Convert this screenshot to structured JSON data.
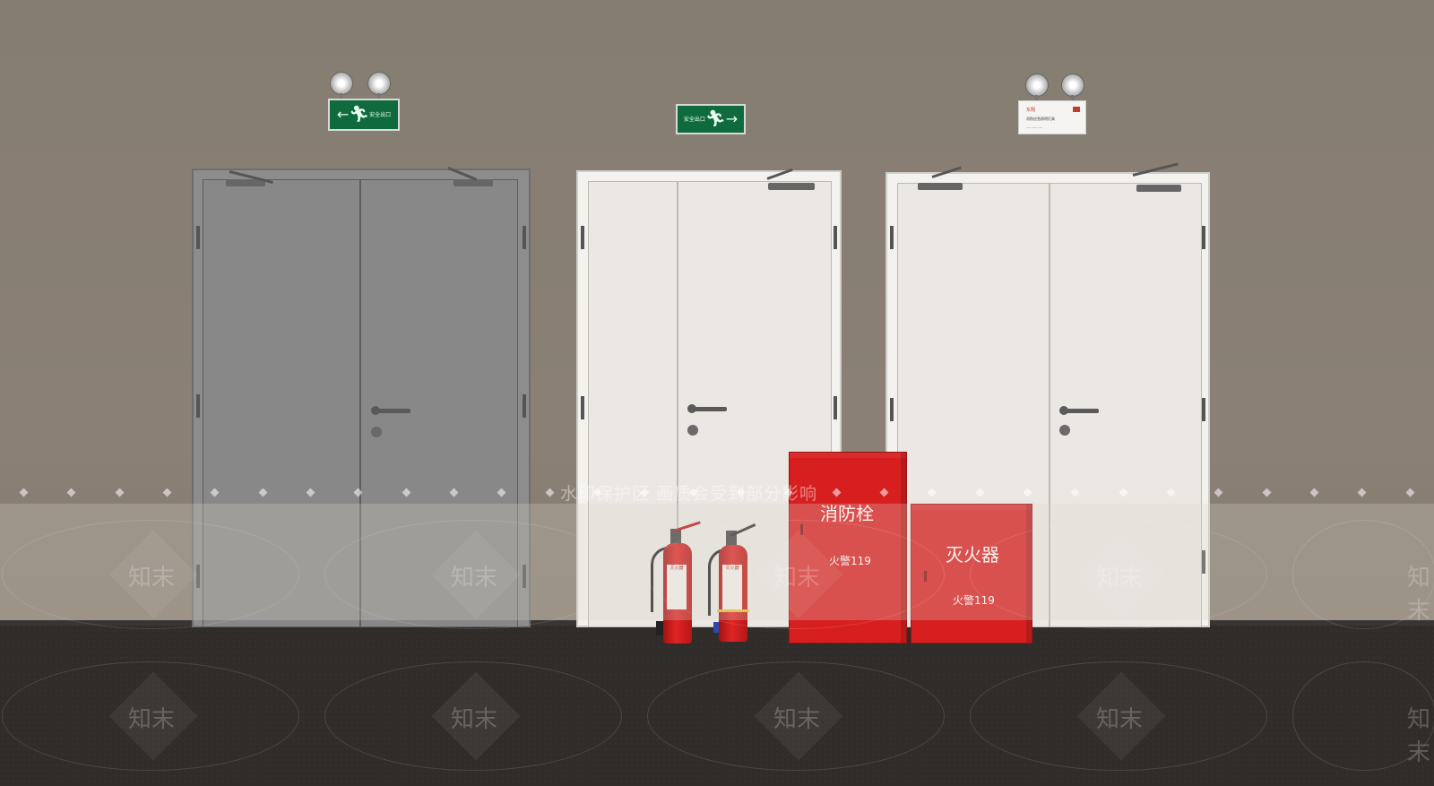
{
  "scene": {
    "exit_sign_left": {
      "text": "安全出口"
    },
    "exit_sign_middle": {
      "text": "安全出口"
    },
    "notice_sign": {
      "brand": "东翔",
      "title": "消防应急照明灯具"
    },
    "hydrant_cabinet": {
      "title": "消防栓",
      "subtitle": "火警119"
    },
    "extinguisher_cabinet": {
      "title": "灭火器",
      "subtitle": "火警119"
    },
    "extinguisher_label": "灭火器"
  },
  "watermark": {
    "banner": "水印保护区  画质会受到部分影响",
    "logo_text": "知末"
  },
  "colors": {
    "wall": "#8a8076",
    "floor": "#302c2a",
    "grey_door": "#888888",
    "white_door": "#ebe8e3",
    "cabinet_red": "#d81f1f",
    "exit_green": "#0f6b3d"
  }
}
